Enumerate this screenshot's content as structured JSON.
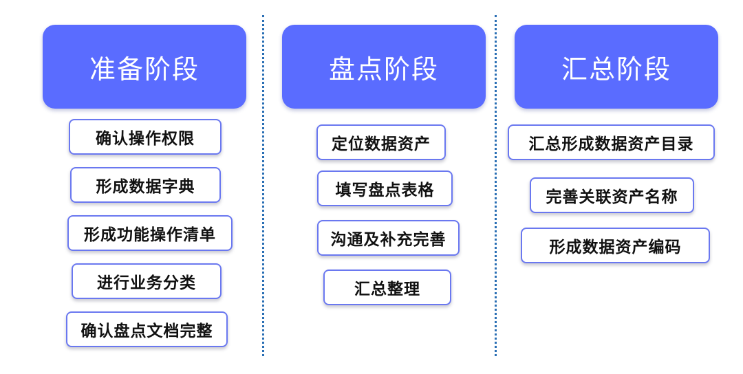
{
  "stages": [
    {
      "title": "准备阶段",
      "tasks": [
        "确认操作权限",
        "形成数据字典",
        "形成功能操作清单",
        "进行业务分类",
        "确认盘点文档完整"
      ]
    },
    {
      "title": "盘点阶段",
      "tasks": [
        "定位数据资产",
        "填写盘点表格",
        "沟通及补充完善",
        "汇总整理"
      ]
    },
    {
      "title": "汇总阶段",
      "tasks": [
        "汇总形成数据资产目录",
        "完善关联资产名称",
        "形成数据资产编码"
      ]
    }
  ],
  "colors": {
    "header_fill": "#5a6cff",
    "task_border": "#6a78f0",
    "divider": "#2a6fb4"
  }
}
